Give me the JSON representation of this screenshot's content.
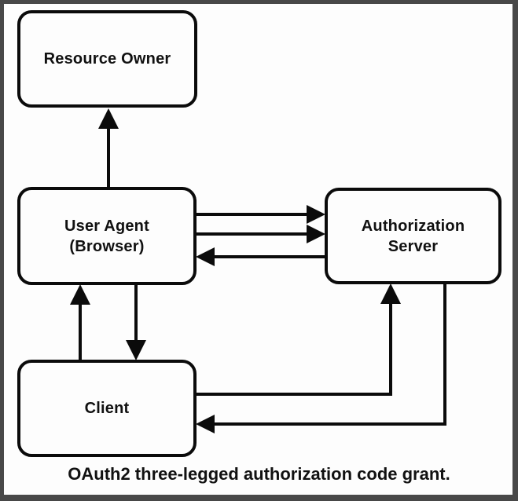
{
  "diagram": {
    "caption": "OAuth2 three-legged authorization code grant.",
    "nodes": [
      {
        "id": "resource-owner",
        "line1": "Resource Owner"
      },
      {
        "id": "user-agent",
        "line1": "User Agent",
        "line2": "(Browser)"
      },
      {
        "id": "authorization-server",
        "line1": "Authorization",
        "line2": "Server"
      },
      {
        "id": "client",
        "line1": "Client"
      }
    ],
    "edges": [
      {
        "from": "user-agent",
        "to": "resource-owner"
      },
      {
        "from": "user-agent",
        "to": "authorization-server"
      },
      {
        "from": "user-agent",
        "to": "authorization-server"
      },
      {
        "from": "authorization-server",
        "to": "user-agent"
      },
      {
        "from": "client",
        "to": "user-agent"
      },
      {
        "from": "user-agent",
        "to": "client"
      },
      {
        "from": "client",
        "to": "authorization-server"
      },
      {
        "from": "authorization-server",
        "to": "client"
      }
    ]
  },
  "colors": {
    "line": "#0b0b0b",
    "frame": "#484848",
    "background": "#fdfdfd"
  }
}
